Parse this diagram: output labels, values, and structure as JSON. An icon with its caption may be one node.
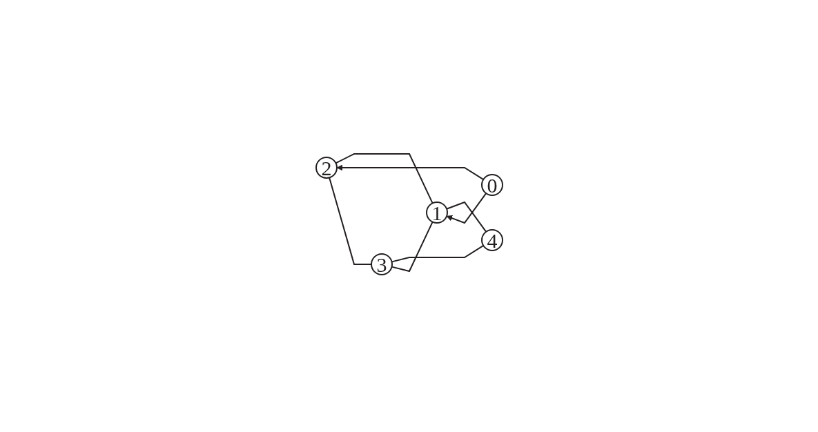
{
  "diagram": {
    "nodes": [
      {
        "text": [
          "4"
        ]
      },
      {
        "text": [
          "1"
        ]
      },
      {
        "text": [
          "0"
        ]
      },
      {
        "text": [
          "3"
        ]
      },
      {
        "text": [
          "2"
        ]
      }
    ],
    "edges": [
      {
        "from": 0,
        "to": 1,
        "arrow": "none"
      },
      {
        "from": 2,
        "to": 1,
        "arrow": "to"
      },
      {
        "from": 0,
        "to": 3,
        "arrow": "none"
      },
      {
        "from": 1,
        "to": 3,
        "arrow": "none"
      },
      {
        "from": 1,
        "to": 4,
        "arrow": "none"
      },
      {
        "from": 2,
        "to": 4,
        "arrow": "to"
      },
      {
        "from": 3,
        "to": 4,
        "arrow": "none"
      }
    ]
  }
}
